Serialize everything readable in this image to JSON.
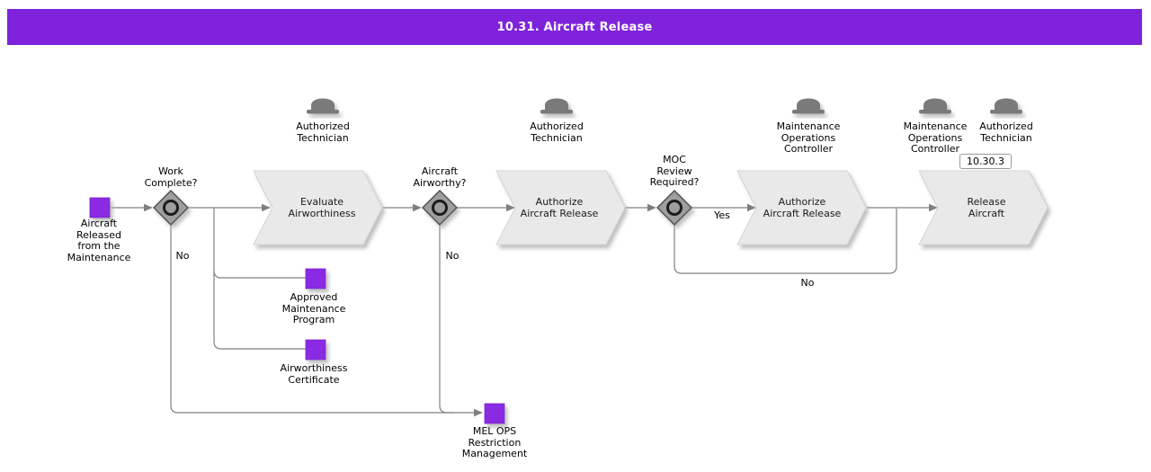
{
  "title": "10.31. Aircraft Release",
  "colors": {
    "header_bar": "#7E23DB",
    "entity_square": "#8A2BE2",
    "task_fill": "#E9E9E9",
    "decision_fill": "#9E9E9E",
    "wire": "#808080",
    "role_icon": "#7A7A7A"
  },
  "flow": {
    "start": {
      "label": "Aircraft\nReleased\nfrom the\nMaintenance"
    },
    "decision_work_complete": {
      "question": "Work\nComplete?",
      "no_label": "No"
    },
    "task_evaluate": {
      "label": "Evaluate\nAirworthiness",
      "role": "Authorized\nTechnician"
    },
    "decision_airworthy": {
      "question": "Aircraft\nAirworthy?",
      "no_label": "No"
    },
    "task_authorize_tech": {
      "label": "Authorize\nAircraft Release",
      "role": "Authorized\nTechnician"
    },
    "decision_moc": {
      "question": "MOC\nReview\nRequired?",
      "yes_label": "Yes",
      "no_label": "No"
    },
    "task_authorize_moc": {
      "label": "Authorize\nAircraft Release",
      "role": "Maintenance\nOperations\nController"
    },
    "task_release": {
      "label": "Release\nAircraft",
      "role_1": "Maintenance\nOperations\nController",
      "role_2": "Authorized\nTechnician",
      "ref_badge": "10.30.3"
    },
    "artifact_amp": {
      "label": "Approved\nMaintenance\nProgram"
    },
    "artifact_cert": {
      "label": "Airworthiness\nCertificate"
    },
    "artifact_mel": {
      "label": "MEL OPS\nRestriction\nManagement"
    }
  }
}
